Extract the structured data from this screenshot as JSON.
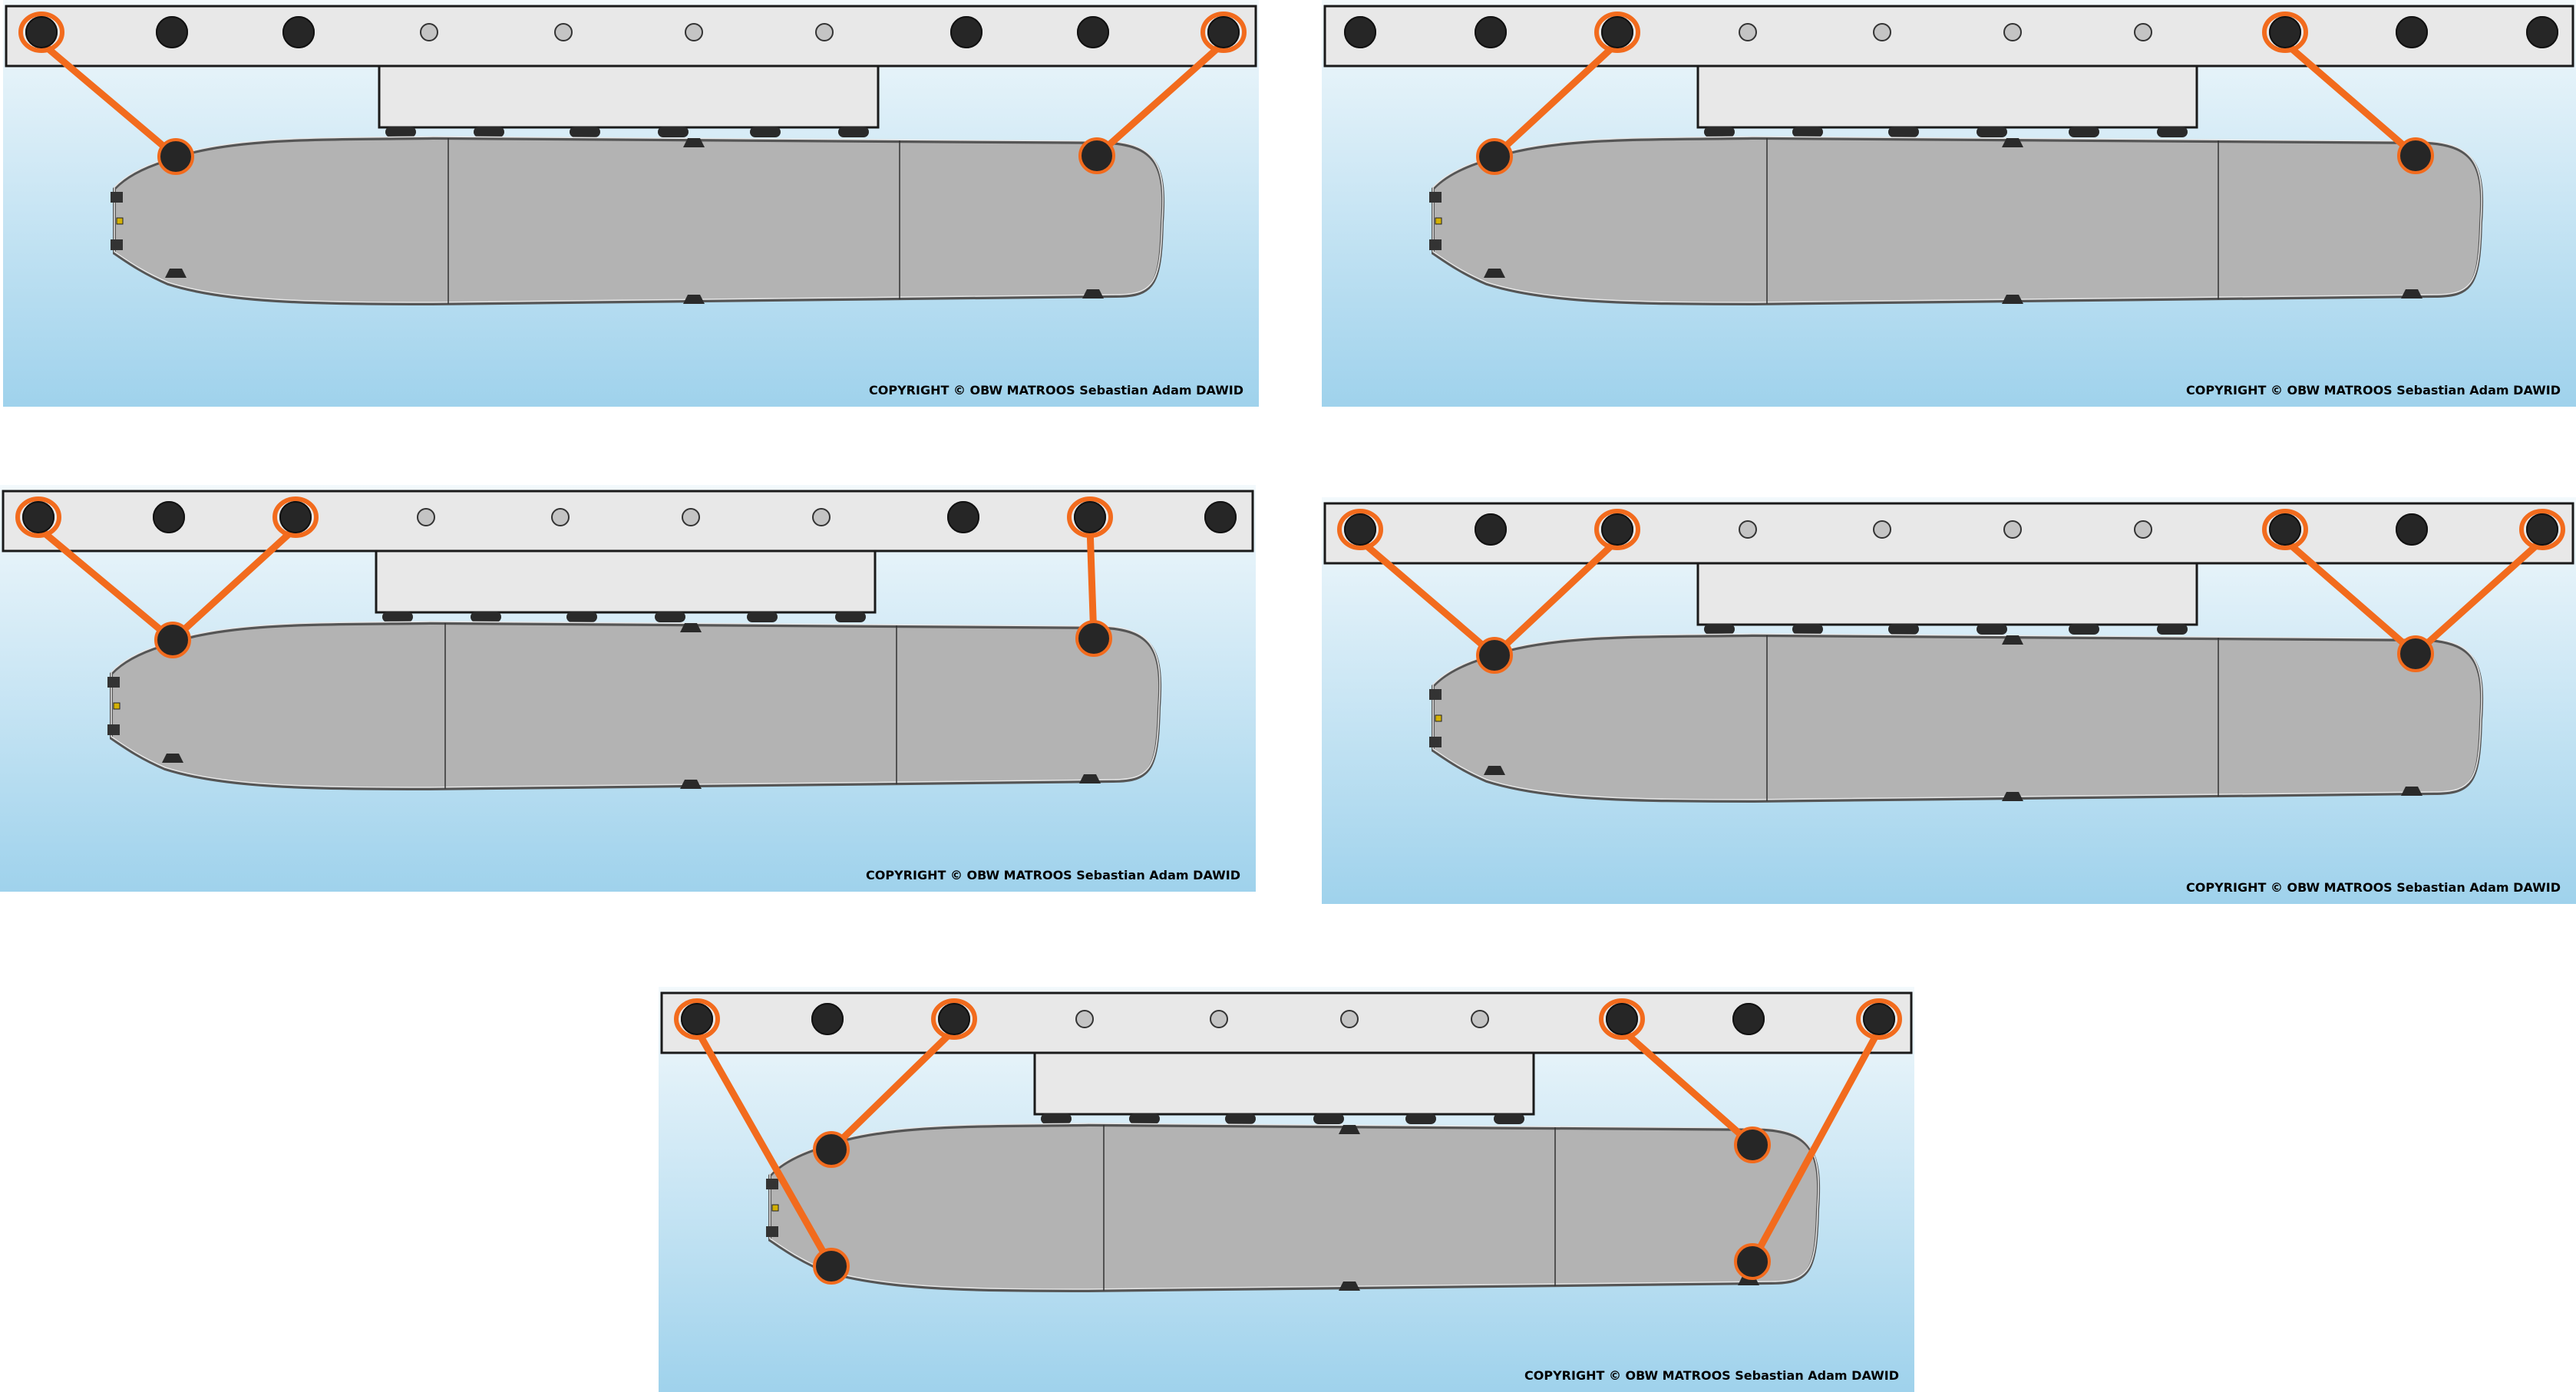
{
  "copyright_text": "COPYRIGHT © OBW MATROOS Sebastian Adam DAWID",
  "colors": {
    "water_top": "#f3f9fc",
    "water_bottom": "#9fd2ec",
    "quay": "#e8e8e8",
    "quay_stroke": "#1a1a1a",
    "bollard": "#262626",
    "small_bollard": "#c4c4c4",
    "hull": "#b3b3b3",
    "hull_stroke": "#555555",
    "fender": "#2a2a2a",
    "mooring_line": "#f26b1d",
    "fairlead": "#d4b106"
  },
  "panels": [
    {
      "id": "panel-1",
      "lines": "one line fore and aft"
    },
    {
      "id": "panel-2",
      "lines": "one line fore and aft, opposite leads"
    },
    {
      "id": "panel-3",
      "lines": "two lines forward, one line aft"
    },
    {
      "id": "panel-4",
      "lines": "two lines forward, two lines aft"
    },
    {
      "id": "panel-5",
      "lines": "four lines with cross leads"
    }
  ]
}
